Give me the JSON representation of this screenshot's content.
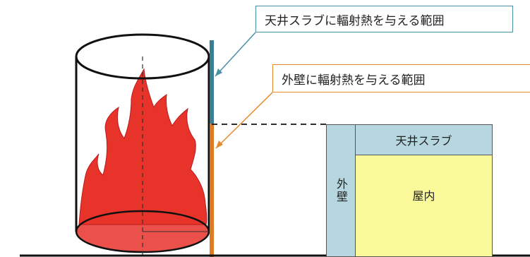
{
  "callouts": {
    "ceiling_range": "天井スラブに輻射熱を与える範囲",
    "wall_range": "外壁に輻射熱を与える範囲"
  },
  "building": {
    "ceiling_slab": "天井スラブ",
    "exterior_wall": "外壁",
    "indoor": "屋内"
  },
  "colors": {
    "flame": "#e8332a",
    "ceiling_exposure_bar": "#3b7d94",
    "wall_exposure_bar": "#e07a22",
    "slab_fill": "#b6d6e0",
    "indoor_fill": "#fafa9a"
  }
}
